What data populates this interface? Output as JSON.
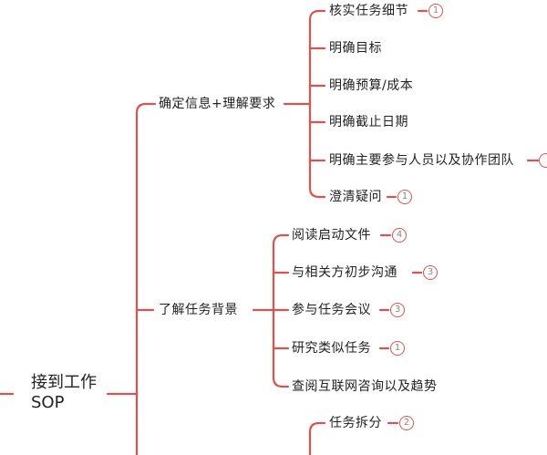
{
  "accent_color": "#d9534f",
  "root": {
    "line1": "接到工作",
    "line2": "SOP"
  },
  "groups": [
    {
      "label": "确定信息+理解要求",
      "children": [
        {
          "label": "核实任务细节",
          "badge": "1"
        },
        {
          "label": "明确目标",
          "badge": null
        },
        {
          "label": "明确预算/成本",
          "badge": null
        },
        {
          "label": "明确截止日期",
          "badge": null
        },
        {
          "label": "明确主要参与人员以及协作团队",
          "badge": ""
        },
        {
          "label": "澄清疑问",
          "badge": "1"
        }
      ]
    },
    {
      "label": "了解任务背景",
      "children": [
        {
          "label": "阅读启动文件",
          "badge": "4"
        },
        {
          "label": "与相关方初步沟通",
          "badge": "3"
        },
        {
          "label": "参与任务会议",
          "badge": "3"
        },
        {
          "label": "研究类似任务",
          "badge": "1"
        },
        {
          "label": "查阅互联网咨询以及趋势",
          "badge": null
        }
      ]
    },
    {
      "label": "",
      "children": [
        {
          "label": "任务拆分",
          "badge": "2"
        },
        {
          "label": "",
          "badge": ""
        }
      ]
    }
  ]
}
